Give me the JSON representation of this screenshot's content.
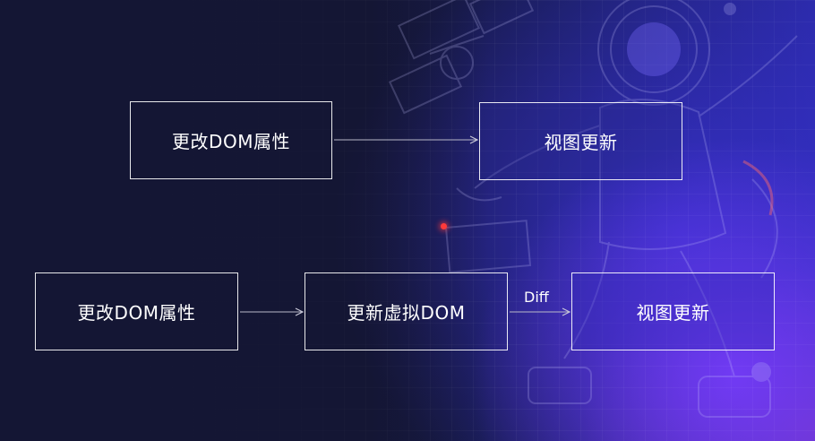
{
  "diagram": {
    "row1": {
      "source": "更改DOM属性",
      "target": "视图更新"
    },
    "row2": {
      "source": "更改DOM属性",
      "middle": "更新虚拟DOM",
      "target": "视图更新",
      "edge_label": "Diff"
    }
  },
  "colors": {
    "background": "#141634",
    "accent": "#3a32d6",
    "pointer": "#ff3a3a"
  }
}
